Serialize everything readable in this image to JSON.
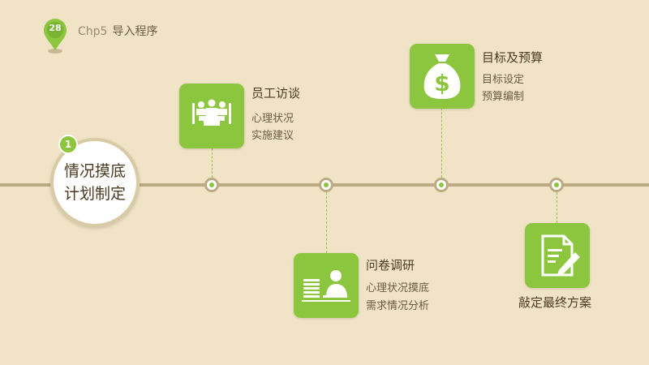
{
  "header": {
    "badge_number": "28",
    "chapter_code": "Chp5",
    "chapter_title": "导入程序"
  },
  "start": {
    "step_number": "1",
    "line1": "情况摸底",
    "line2": "计划制定"
  },
  "steps": [
    {
      "title": "员工访谈",
      "items": [
        "心理状况",
        "实施建议"
      ],
      "icon": "meeting-icon"
    },
    {
      "title": "问卷调研",
      "items": [
        "心理状况摸底",
        "需求情况分析"
      ],
      "icon": "survey-icon"
    },
    {
      "title": "目标及预算",
      "items": [
        "目标设定",
        "预算编制"
      ],
      "icon": "money-bag-icon"
    },
    {
      "title": "敲定最终方案",
      "items": [],
      "icon": "document-edit-icon"
    }
  ],
  "colors": {
    "accent": "#8cc63f",
    "background": "#f1e4c6",
    "timeline": "#bcaa84"
  }
}
